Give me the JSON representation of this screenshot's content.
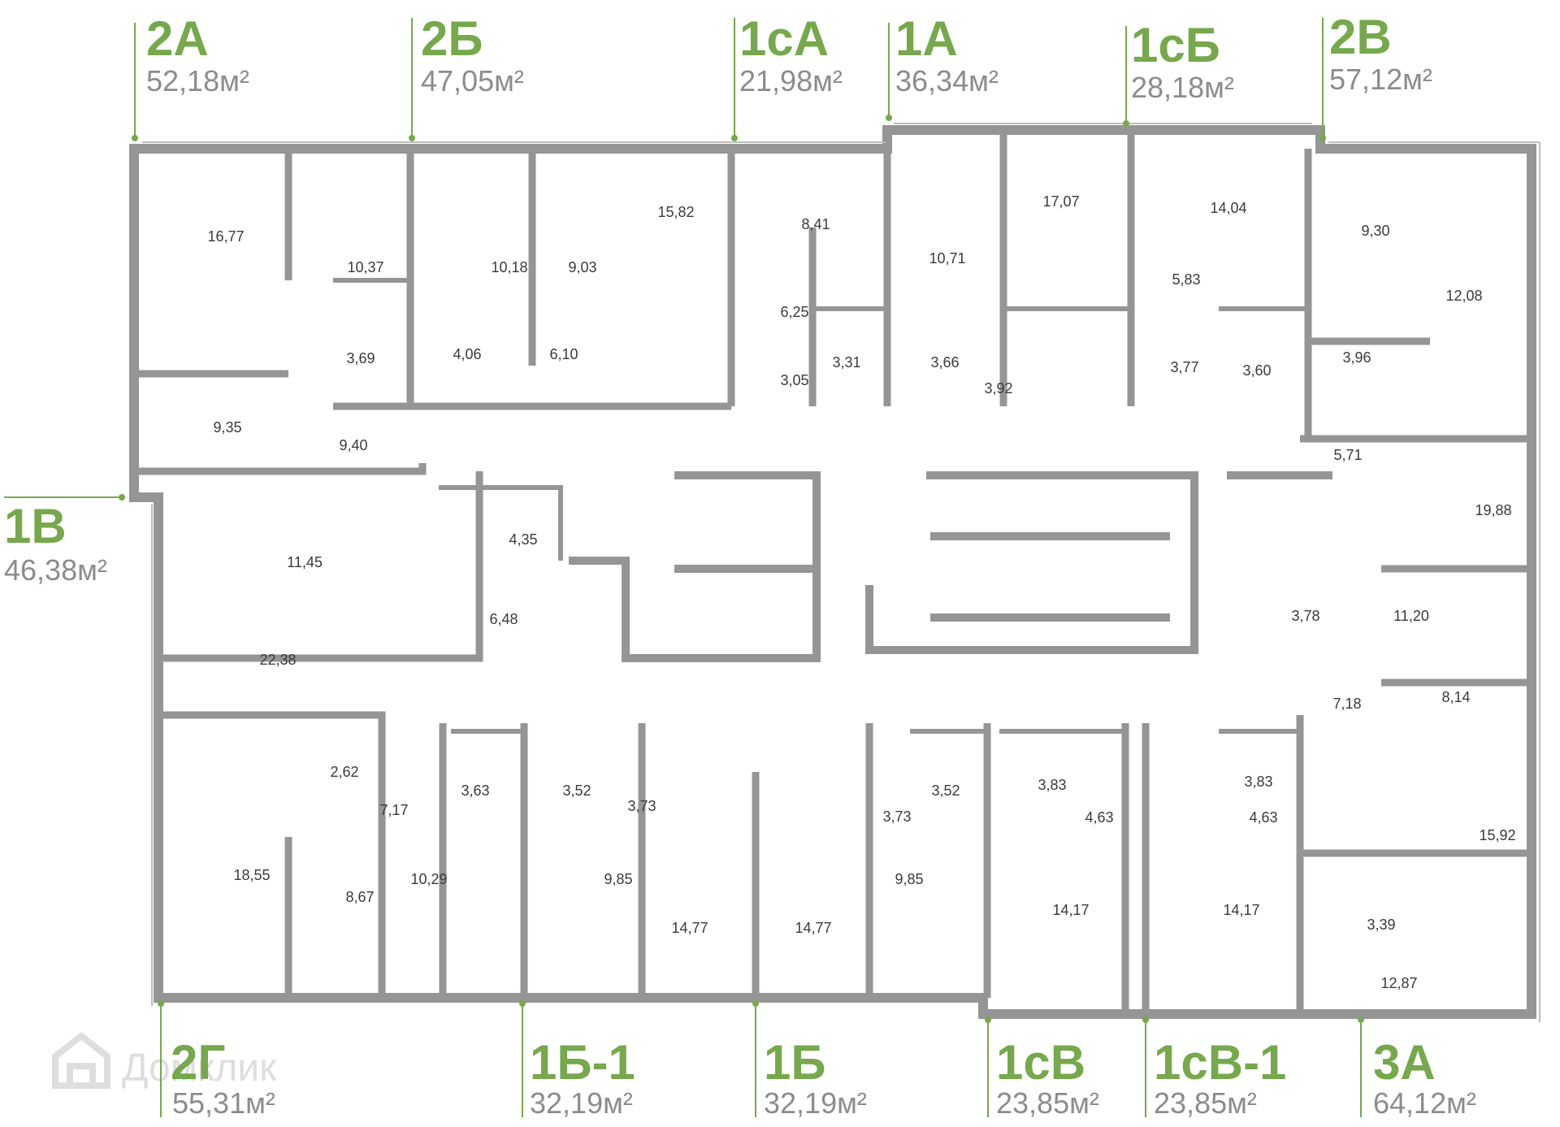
{
  "colors": {
    "accent": "#76a84c",
    "wall": "#959595",
    "area_text": "#8c8c8c",
    "label_text": "#3a3a3a"
  },
  "watermark": {
    "text": "Домклик",
    "icon": "house-icon"
  },
  "apartments": [
    {
      "code": "2А",
      "area_value": "52,18",
      "area_unit": "м²"
    },
    {
      "code": "2Б",
      "area_value": "47,05",
      "area_unit": "м²"
    },
    {
      "code": "1сА",
      "area_value": "21,98",
      "area_unit": "м²"
    },
    {
      "code": "1А",
      "area_value": "36,34",
      "area_unit": "м²"
    },
    {
      "code": "1сБ",
      "area_value": "28,18",
      "area_unit": "м²"
    },
    {
      "code": "2В",
      "area_value": "57,12",
      "area_unit": "м²"
    },
    {
      "code": "1В",
      "area_value": "46,38",
      "area_unit": "м²"
    },
    {
      "code": "2Г",
      "area_value": "55,31",
      "area_unit": "м²"
    },
    {
      "code": "1Б-1",
      "area_value": "32,19",
      "area_unit": "м²"
    },
    {
      "code": "1Б",
      "area_value": "32,19",
      "area_unit": "м²"
    },
    {
      "code": "1сВ",
      "area_value": "23,85",
      "area_unit": "м²"
    },
    {
      "code": "1сВ-1",
      "area_value": "23,85",
      "area_unit": "м²"
    },
    {
      "code": "3А",
      "area_value": "64,12",
      "area_unit": "м²"
    }
  ],
  "room_areas": [
    "16,77",
    "10,37",
    "10,18",
    "9,03",
    "15,82",
    "8,41",
    "10,71",
    "17,07",
    "14,04",
    "9,30",
    "12,08",
    "5,83",
    "3,69",
    "4,06",
    "6,10",
    "6,25",
    "3,31",
    "3,66",
    "3,92",
    "3,77",
    "3,60",
    "3,96",
    "3,05",
    "9,35",
    "9,40",
    "5,71",
    "19,88",
    "11,45",
    "4,35",
    "6,48",
    "22,38",
    "3,78",
    "11,20",
    "7,18",
    "8,14",
    "2,62",
    "7,17",
    "3,63",
    "3,52",
    "3,73",
    "3,73",
    "3,52",
    "3,83",
    "4,63",
    "4,63",
    "3,83",
    "15,92",
    "18,55",
    "8,67",
    "10,29",
    "9,85",
    "14,77",
    "14,77",
    "9,85",
    "14,17",
    "14,17",
    "3,39",
    "12,87"
  ]
}
